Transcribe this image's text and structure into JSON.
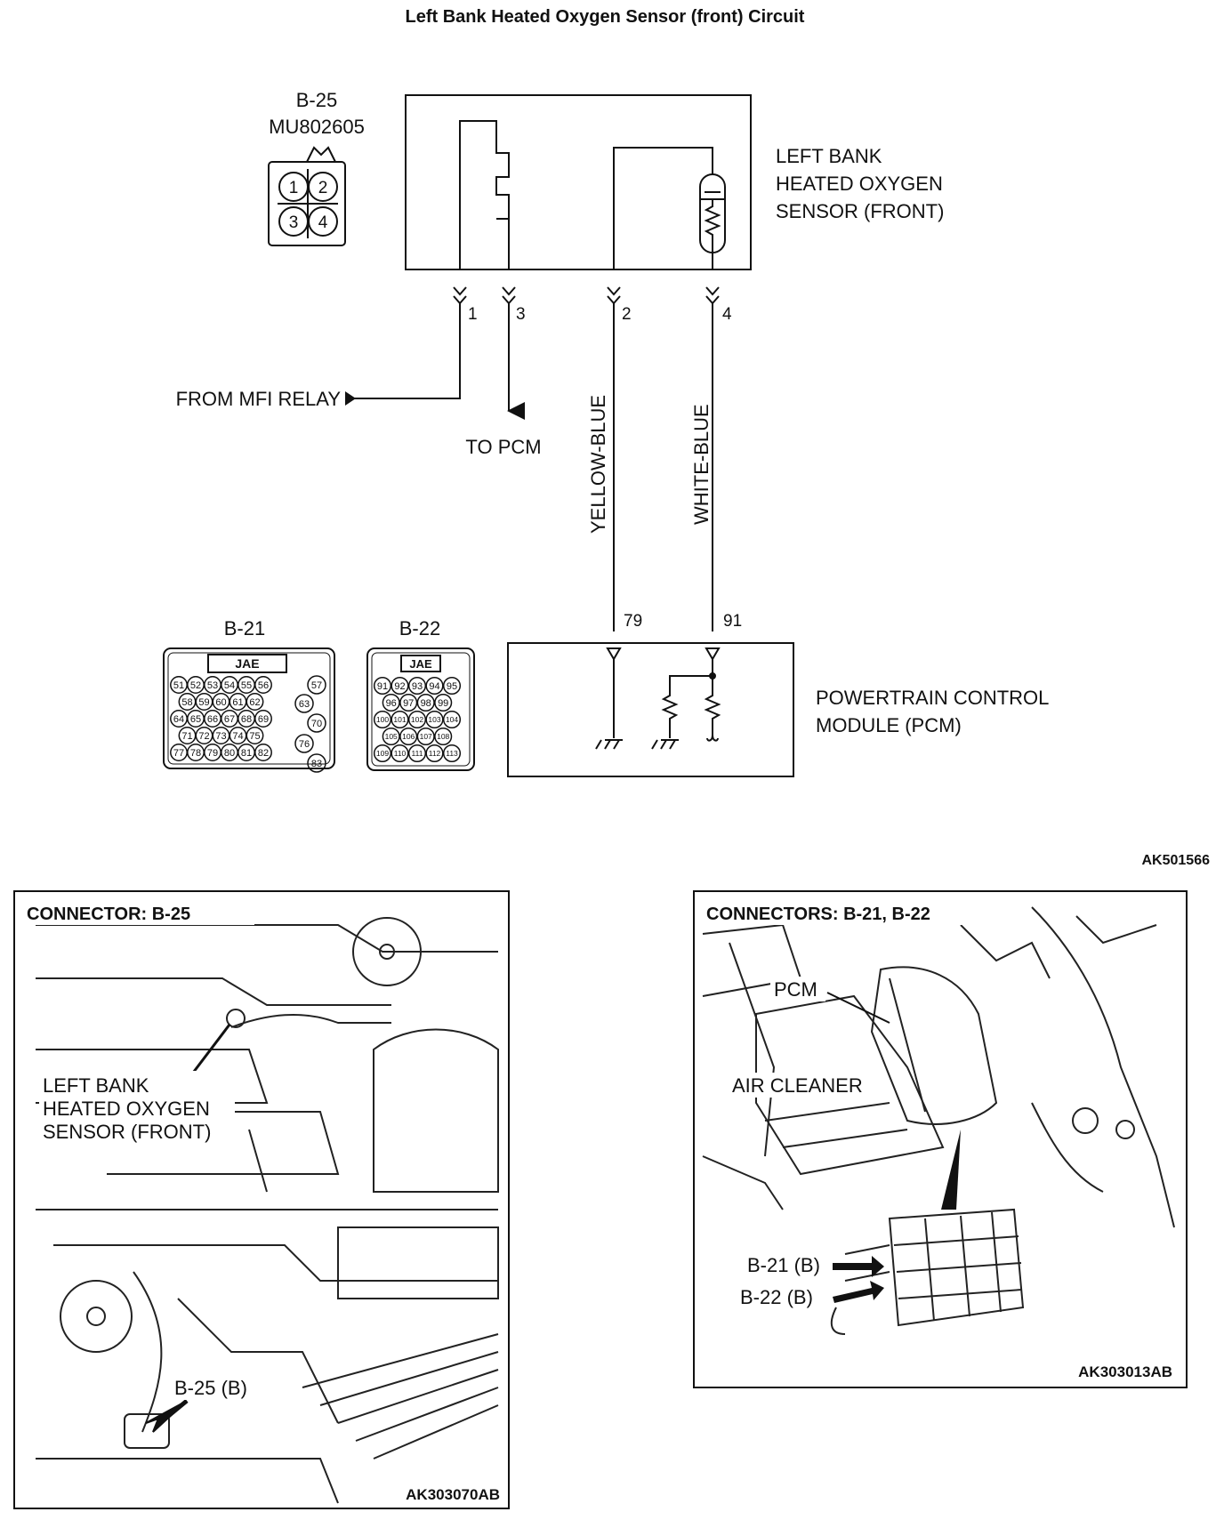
{
  "title": "Left Bank Heated Oxygen Sensor (front) Circuit",
  "b25": {
    "code": "B-25",
    "part_no": "MU802605",
    "pins": [
      "1",
      "2",
      "3",
      "4"
    ]
  },
  "sensor": {
    "label_lines": [
      "LEFT BANK",
      "HEATED OXYGEN",
      "SENSOR (FRONT)"
    ],
    "pin_labels": [
      "1",
      "3",
      "2",
      "4"
    ]
  },
  "wiring": {
    "from_relay": "FROM MFI RELAY",
    "to_pcm": "TO PCM",
    "wire_2": "YELLOW-BLUE",
    "wire_4": "WHITE-BLUE",
    "pcm_pin_a": "79",
    "pcm_pin_b": "91"
  },
  "pcm": {
    "label_lines": [
      "POWERTRAIN CONTROL",
      "MODULE (PCM)"
    ]
  },
  "b21": {
    "code": "B-21",
    "maker": "JAE",
    "rows": [
      [
        "51",
        "52",
        "53",
        "54",
        "55",
        "56"
      ],
      [
        "58",
        "59",
        "60",
        "61",
        "62"
      ],
      [
        "64",
        "65",
        "66",
        "67",
        "68",
        "69"
      ],
      [
        "71",
        "72",
        "73",
        "74",
        "75"
      ],
      [
        "77",
        "78",
        "79",
        "80",
        "81",
        "82"
      ]
    ],
    "side": [
      "57",
      "63",
      "70",
      "76",
      "83"
    ]
  },
  "b22": {
    "code": "B-22",
    "maker": "JAE",
    "rows": [
      [
        "91",
        "92",
        "93",
        "94",
        "95"
      ],
      [
        "96",
        "97",
        "98",
        "99"
      ],
      [
        "100",
        "101",
        "102",
        "103",
        "104"
      ],
      [
        "105",
        "106",
        "107",
        "108"
      ],
      [
        "109",
        "110",
        "111",
        "112",
        "113"
      ]
    ]
  },
  "diagram_code": "AK501566",
  "panel_left": {
    "title": "CONNECTOR: B-25",
    "callout_lines": [
      "LEFT BANK",
      "HEATED OXYGEN",
      "SENSOR (FRONT)"
    ],
    "connector_label": "B-25 (B)",
    "code": "AK303070AB"
  },
  "panel_right": {
    "title": "CONNECTORS: B-21, B-22",
    "pcm_label": "PCM",
    "air_cleaner_label": "AIR CLEANER",
    "b21_label": "B-21 (B)",
    "b22_label": "B-22 (B)",
    "code": "AK303013AB"
  }
}
